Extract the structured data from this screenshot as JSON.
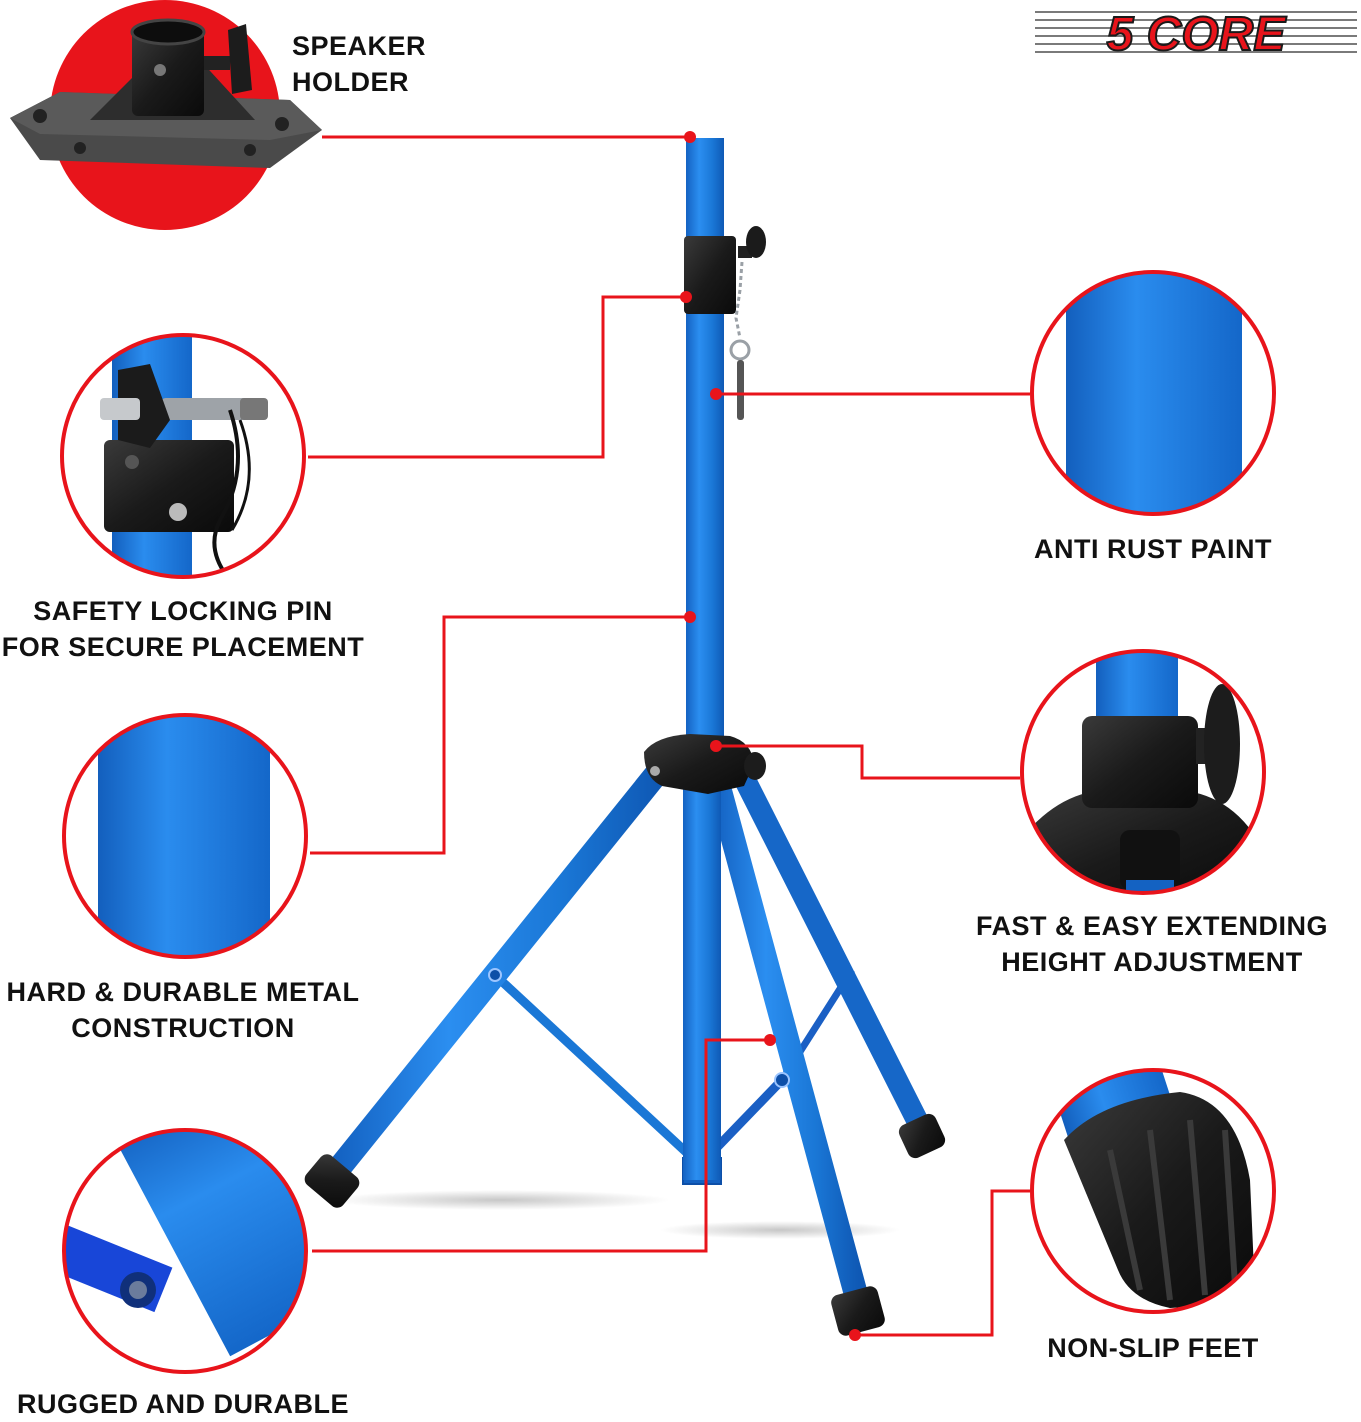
{
  "brand": {
    "logo_text": "5 CORE",
    "red": "#e8141b",
    "stand_blue": "#1a77d6",
    "dark_blue": "#0d4fa8"
  },
  "features": {
    "speaker_holder": [
      "SPEAKER",
      "HOLDER"
    ],
    "safety_pin": [
      "SAFETY LOCKING PIN",
      "FOR SECURE PLACEMENT"
    ],
    "metal": [
      "HARD & DURABLE METAL",
      "CONSTRUCTION"
    ],
    "rugged": [
      "RUGGED AND DURABLE"
    ],
    "anti_rust": [
      "ANTI RUST PAINT"
    ],
    "extending": [
      "FAST & EASY EXTENDING",
      "HEIGHT ADJUSTMENT"
    ],
    "feet": [
      "NON-SLIP FEET"
    ]
  }
}
